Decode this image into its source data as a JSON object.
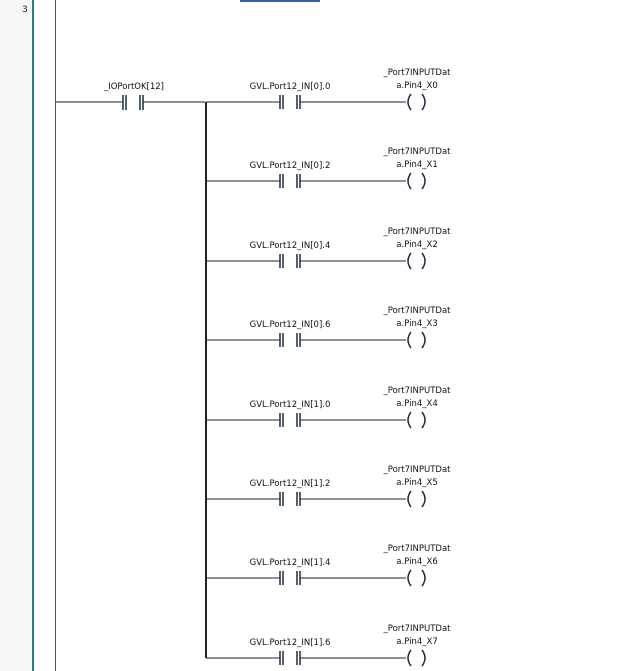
{
  "rung": {
    "number": "3"
  },
  "main_contact": {
    "label": "_IOPortOK[12]"
  },
  "branches": [
    {
      "contact": "GVL.Port12_IN[0].0",
      "coil_line1": "_Port7INPUTDat",
      "coil_line2": "a.Pin4_X0"
    },
    {
      "contact": "GVL.Port12_IN[0].2",
      "coil_line1": "_Port7INPUTDat",
      "coil_line2": "a.Pin4_X1"
    },
    {
      "contact": "GVL.Port12_IN[0].4",
      "coil_line1": "_Port7INPUTDat",
      "coil_line2": "a.Pin4_X2"
    },
    {
      "contact": "GVL.Port12_IN[0].6",
      "coil_line1": "_Port7INPUTDat",
      "coil_line2": "a.Pin4_X3"
    },
    {
      "contact": "GVL.Port12_IN[1].0",
      "coil_line1": "_Port7INPUTDat",
      "coil_line2": "a.Pin4_X4"
    },
    {
      "contact": "GVL.Port12_IN[1].2",
      "coil_line1": "_Port7INPUTDat",
      "coil_line2": "a.Pin4_X5"
    },
    {
      "contact": "GVL.Port12_IN[1].4",
      "coil_line1": "_Port7INPUTDat",
      "coil_line2": "a.Pin4_X6"
    },
    {
      "contact": "GVL.Port12_IN[1].6",
      "coil_line1": "_Port7INPUTDat",
      "coil_line2": "a.Pin4_X7"
    }
  ]
}
